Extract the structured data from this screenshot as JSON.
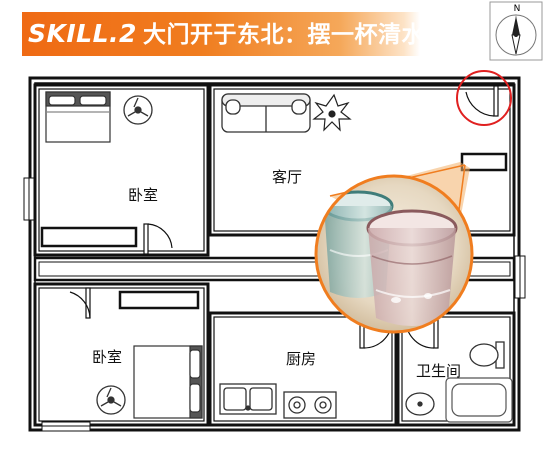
{
  "title": {
    "skill": "SKILL.2",
    "subtitle": "大门开于东北：摆一杯清水"
  },
  "compass": {
    "north_label": "N"
  },
  "rooms": {
    "bedroom_top": "卧室",
    "living_room": "客厅",
    "bedroom_bottom": "卧室",
    "kitchen": "厨房",
    "bathroom": "卫生间"
  },
  "colors": {
    "accent_orange": "#f07d1f",
    "highlight_red": "#e02020",
    "wall": "#111111"
  },
  "icons": [
    "bed-icon",
    "fan-icon",
    "sofa-icon",
    "plant-icon",
    "door-icon",
    "sink-icon",
    "stove-icon",
    "toilet-icon",
    "bathtub-icon",
    "water-glass-icon",
    "compass-icon"
  ]
}
